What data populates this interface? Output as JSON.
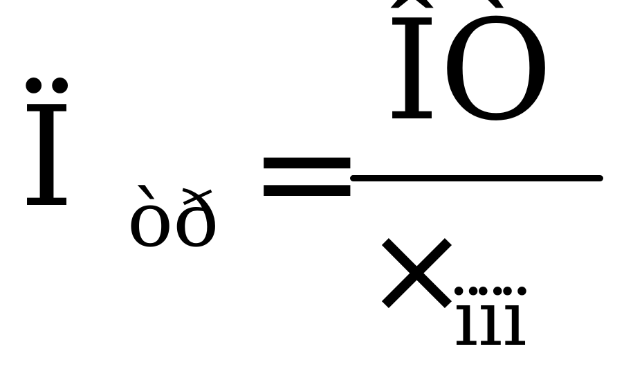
{
  "formula": {
    "lhs_main": "Ï",
    "lhs_subscript": "òð",
    "equals": "=",
    "numerator": "ÎÒ",
    "denominator_main": "×",
    "denominator_subscript": "ïïï"
  }
}
